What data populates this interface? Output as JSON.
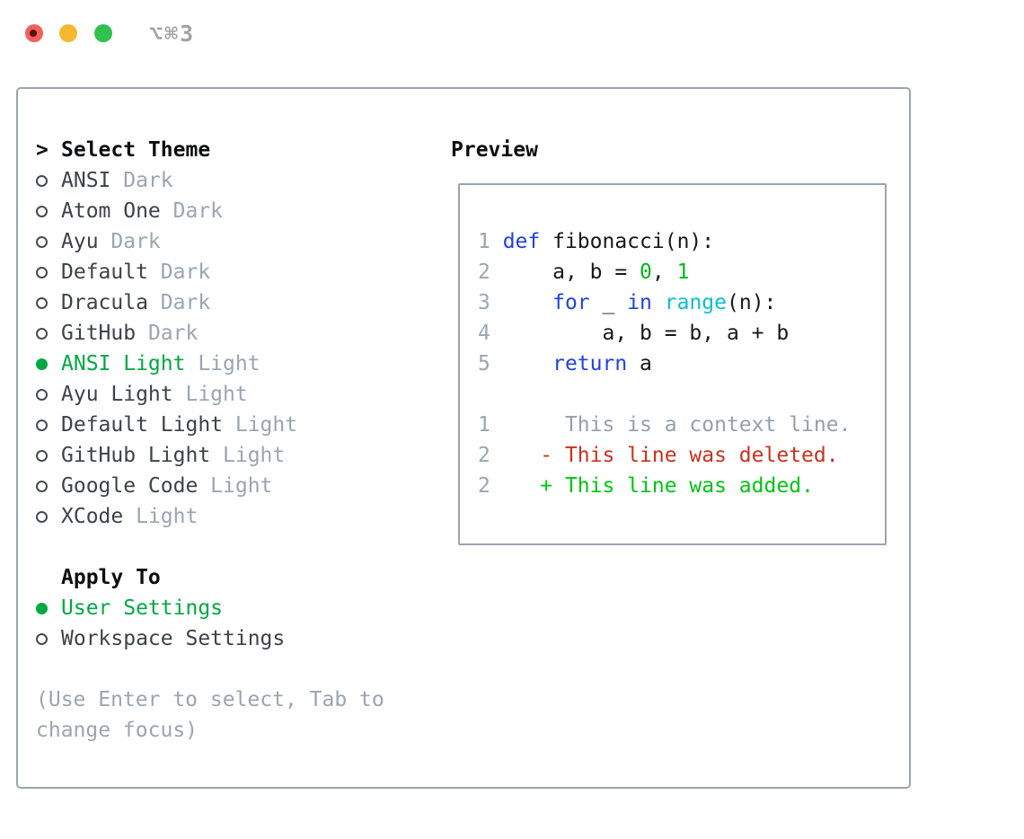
{
  "window": {
    "title": "⌥⌘3",
    "traffic_lights": [
      "close",
      "minimize",
      "zoom"
    ]
  },
  "theme_selector": {
    "title": "Select Theme",
    "title_marker": ">",
    "themes": [
      {
        "name": "ANSI",
        "variant": "Dark",
        "selected": false
      },
      {
        "name": "Atom One",
        "variant": "Dark",
        "selected": false
      },
      {
        "name": "Ayu",
        "variant": "Dark",
        "selected": false
      },
      {
        "name": "Default",
        "variant": "Dark",
        "selected": false
      },
      {
        "name": "Dracula",
        "variant": "Dark",
        "selected": false
      },
      {
        "name": "GitHub",
        "variant": "Dark",
        "selected": false
      },
      {
        "name": "ANSI Light",
        "variant": "Light",
        "selected": true
      },
      {
        "name": "Ayu Light",
        "variant": "Light",
        "selected": false
      },
      {
        "name": "Default Light",
        "variant": "Light",
        "selected": false
      },
      {
        "name": "GitHub Light",
        "variant": "Light",
        "selected": false
      },
      {
        "name": "Google Code",
        "variant": "Light",
        "selected": false
      },
      {
        "name": "XCode",
        "variant": "Light",
        "selected": false
      }
    ],
    "apply_to": {
      "title": "Apply To",
      "options": [
        {
          "label": "User Settings",
          "selected": true
        },
        {
          "label": "Workspace Settings",
          "selected": false
        }
      ]
    },
    "help_text": "(Use Enter to select, Tab to change focus)"
  },
  "preview": {
    "title": "Preview",
    "code_lines": [
      [
        {
          "text": "1 ",
          "type": "lineno"
        },
        {
          "text": "def",
          "type": "keyword"
        },
        {
          "text": " fibonacci(n):",
          "type": "plain"
        }
      ],
      [
        {
          "text": "2 ",
          "type": "lineno"
        },
        {
          "text": "    a, b = ",
          "type": "plain"
        },
        {
          "text": "0",
          "type": "number"
        },
        {
          "text": ", ",
          "type": "plain"
        },
        {
          "text": "1",
          "type": "number"
        }
      ],
      [
        {
          "text": "3 ",
          "type": "lineno"
        },
        {
          "text": "    ",
          "type": "plain"
        },
        {
          "text": "for",
          "type": "keyword"
        },
        {
          "text": " _ ",
          "type": "plain"
        },
        {
          "text": "in",
          "type": "keyword"
        },
        {
          "text": " ",
          "type": "plain"
        },
        {
          "text": "range",
          "type": "builtin"
        },
        {
          "text": "(n):",
          "type": "plain"
        }
      ],
      [
        {
          "text": "4 ",
          "type": "lineno"
        },
        {
          "text": "        a, b = b, a + b",
          "type": "plain"
        }
      ],
      [
        {
          "text": "5 ",
          "type": "lineno"
        },
        {
          "text": "    ",
          "type": "plain"
        },
        {
          "text": "return",
          "type": "keyword"
        },
        {
          "text": " a",
          "type": "plain"
        }
      ]
    ],
    "diff_lines": [
      [
        {
          "text": "1 ",
          "type": "lineno"
        },
        {
          "text": "     This is a context line.",
          "type": "context"
        }
      ],
      [
        {
          "text": "2 ",
          "type": "lineno"
        },
        {
          "text": "   - This line was deleted.",
          "type": "deleted"
        }
      ],
      [
        {
          "text": "2 ",
          "type": "lineno"
        },
        {
          "text": "   + This line was added.",
          "type": "added"
        }
      ]
    ]
  },
  "colors": {
    "keyword": "#2042dd",
    "builtin": "#0cbfcf",
    "number_literal": "#00b81a",
    "deleted": "#c9321d",
    "added": "#00c414",
    "selected_green": "#00a843",
    "muted_gray": "#9aa5b2",
    "border_gray": "#9ba4b0",
    "traffic_red": "#f4615a",
    "traffic_yellow": "#f7b733",
    "traffic_green": "#30c14e"
  }
}
